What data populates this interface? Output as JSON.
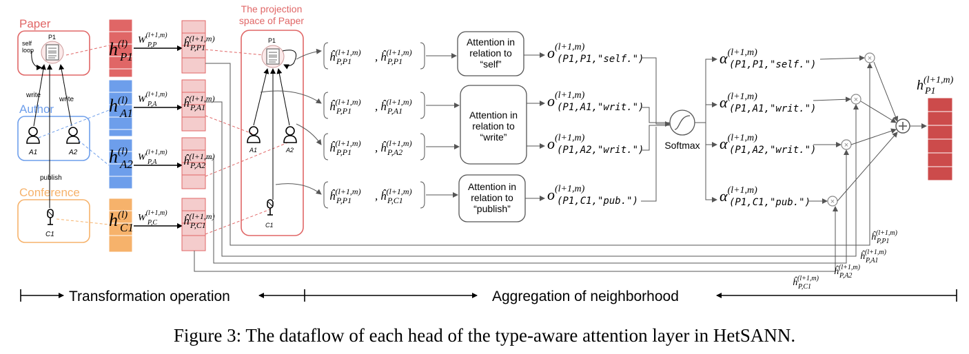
{
  "entities": {
    "paper": "Paper",
    "author": "Author",
    "conference": "Conference",
    "p1": "P1",
    "a1": "A1",
    "a2": "A2",
    "c1": "C1"
  },
  "edges": {
    "self_loop": "self loop",
    "write": "write",
    "publish": "publish"
  },
  "projection_title": "The projection space of Paper",
  "embeddings": {
    "h": "h",
    "l": "(l)",
    "lm": "(l+1,m)",
    "W": "W",
    "sub_P1": "P1",
    "sub_A1": "A1",
    "sub_A2": "A2",
    "sub_C1": "C1",
    "sub_PP": "P,P",
    "sub_PA": "P,A",
    "sub_PC": "P,C",
    "sub_PP1": "P,P1",
    "sub_PA1": "P,A1",
    "sub_PA2": "P,A2",
    "sub_PC1": "P,C1",
    "comma": ","
  },
  "attention": {
    "self": "Attention in relation to “self”",
    "write": "Attention in relation to “write”",
    "publish": "Attention in relation to “publish”"
  },
  "outputs": {
    "o": "o",
    "alpha": "α",
    "self_sub": "(P1,P1,\"self.\")",
    "a1_sub": "(P1,A1,\"writ.\")",
    "a2_sub": "(P1,A2,\"writ.\")",
    "c1_sub": "(P1,C1,\"pub.\")"
  },
  "softmax": "Softmax",
  "bottom": {
    "transformation": "Transformation operation",
    "aggregation": "Aggregation of neighborhood"
  },
  "caption": "Figure 3: The dataflow of each head of the type-aware attention layer in HetSANN.",
  "colors": {
    "paper": "#e06666",
    "author": "#6d9eeb",
    "conference": "#f6b26b",
    "transformed": "#f4cccc",
    "projection_border": "#e06666",
    "projection_title": "#e06666",
    "output_vec": "#cc4b4b"
  }
}
